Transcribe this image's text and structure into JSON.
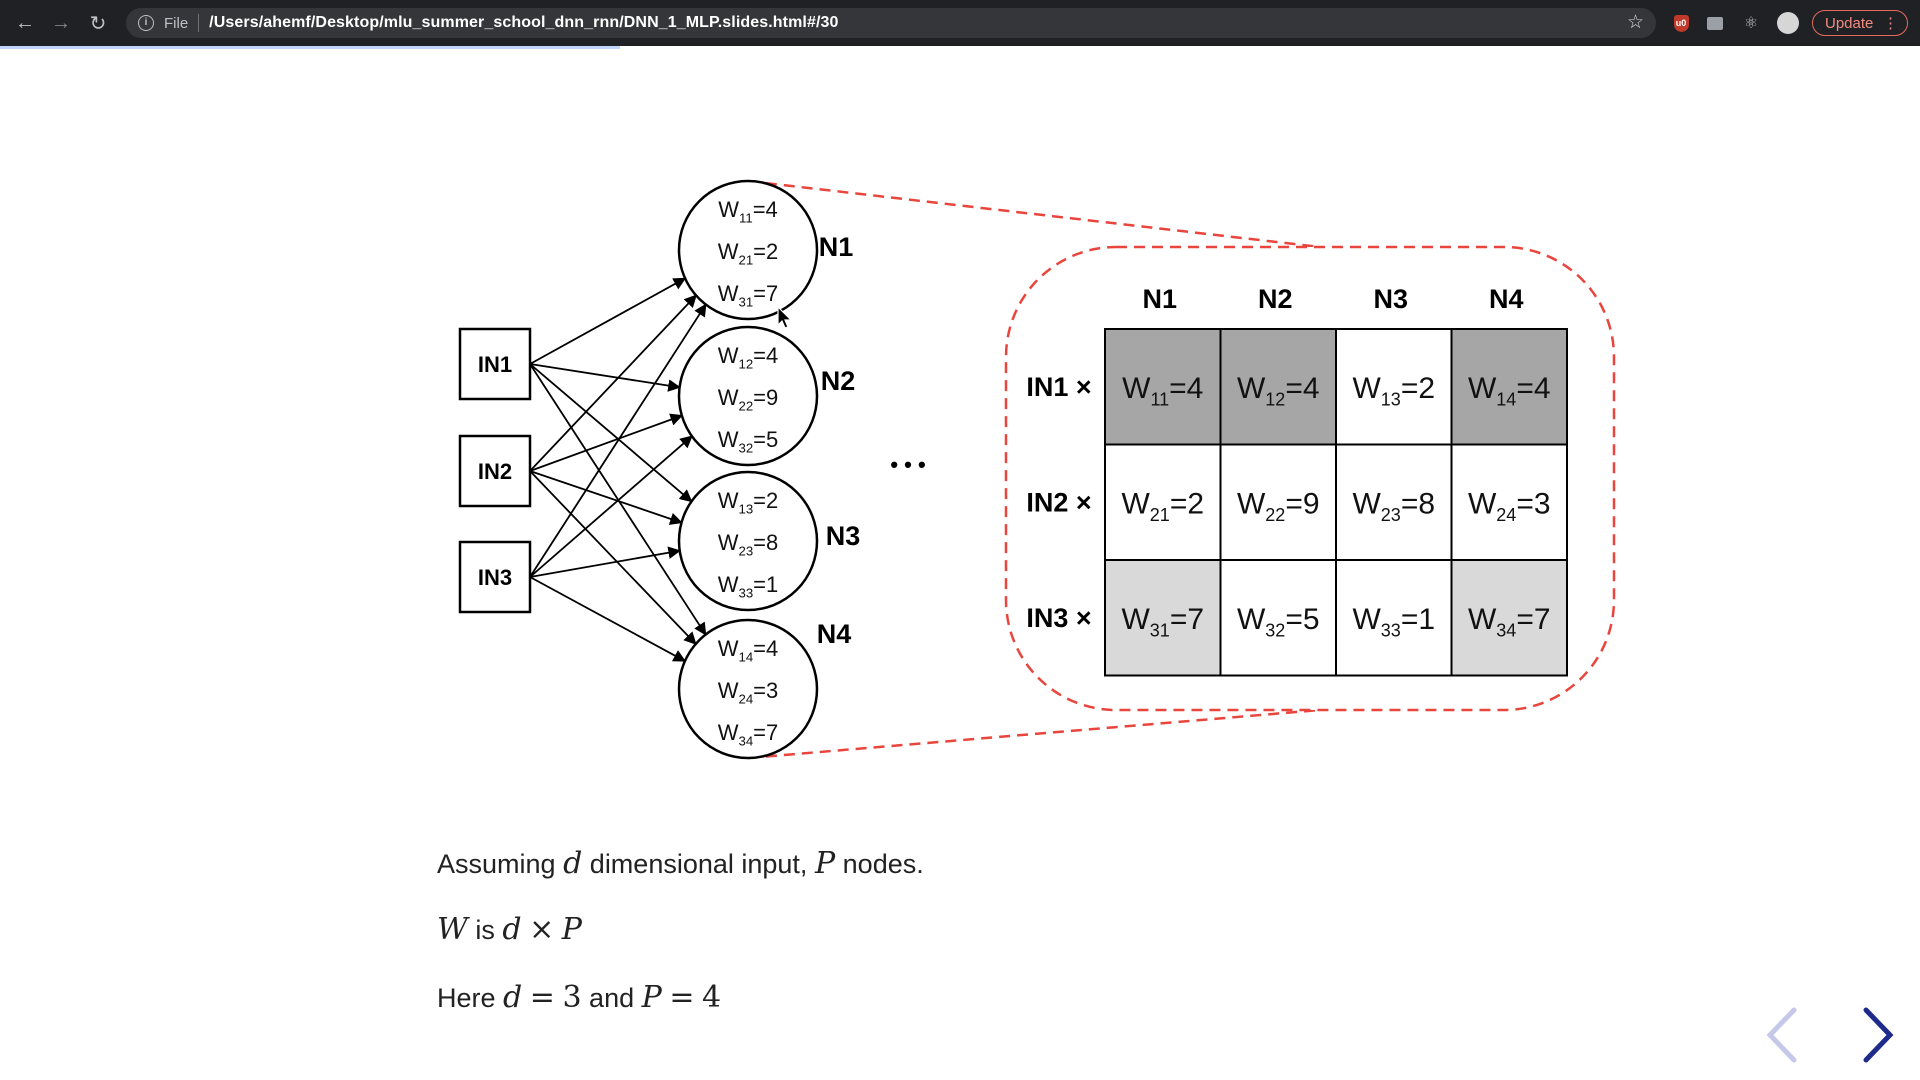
{
  "browser": {
    "url_scheme": "File",
    "url": "/Users/ahemf/Desktop/mlu_summer_school_dnn_rnn/DNN_1_MLP.slides.html#/30",
    "update_label": "Update",
    "extension_badge": "u0"
  },
  "diagram": {
    "inputs": [
      "IN1",
      "IN2",
      "IN3"
    ],
    "neurons": [
      {
        "label": "N1",
        "weights": [
          {
            "sub": "11",
            "val": "4"
          },
          {
            "sub": "21",
            "val": "2"
          },
          {
            "sub": "31",
            "val": "7"
          }
        ]
      },
      {
        "label": "N2",
        "weights": [
          {
            "sub": "12",
            "val": "4"
          },
          {
            "sub": "22",
            "val": "9"
          },
          {
            "sub": "32",
            "val": "5"
          }
        ]
      },
      {
        "label": "N3",
        "weights": [
          {
            "sub": "13",
            "val": "2"
          },
          {
            "sub": "23",
            "val": "8"
          },
          {
            "sub": "33",
            "val": "1"
          }
        ]
      },
      {
        "label": "N4",
        "weights": [
          {
            "sub": "14",
            "val": "4"
          },
          {
            "sub": "24",
            "val": "3"
          },
          {
            "sub": "34",
            "val": "7"
          }
        ]
      }
    ],
    "ellipsis": "• • •",
    "matrix": {
      "col_headers": [
        "N1",
        "N2",
        "N3",
        "N4"
      ],
      "row_headers": [
        "IN1 ×",
        "IN2 ×",
        "IN3 ×"
      ],
      "cells": [
        [
          {
            "sub": "11",
            "val": "4",
            "shade": "dark"
          },
          {
            "sub": "12",
            "val": "4",
            "shade": "dark"
          },
          {
            "sub": "13",
            "val": "2",
            "shade": "none"
          },
          {
            "sub": "14",
            "val": "4",
            "shade": "dark"
          }
        ],
        [
          {
            "sub": "21",
            "val": "2",
            "shade": "none"
          },
          {
            "sub": "22",
            "val": "9",
            "shade": "none"
          },
          {
            "sub": "23",
            "val": "8",
            "shade": "none"
          },
          {
            "sub": "24",
            "val": "3",
            "shade": "none"
          }
        ],
        [
          {
            "sub": "31",
            "val": "7",
            "shade": "light"
          },
          {
            "sub": "32",
            "val": "5",
            "shade": "none"
          },
          {
            "sub": "33",
            "val": "1",
            "shade": "none"
          },
          {
            "sub": "34",
            "val": "7",
            "shade": "light"
          }
        ]
      ]
    },
    "colors": {
      "shade_dark": "#a6a6a6",
      "shade_light": "#d9d9d9",
      "dashed": "#e8453c"
    }
  },
  "text": {
    "line1": {
      "pre": "Assuming",
      "d": "d",
      "mid": "dimensional input,",
      "P": "P",
      "post": "nodes."
    },
    "line2": {
      "W": "W",
      "is": "is",
      "d": "d",
      "times": "×",
      "P": "P"
    },
    "line3": {
      "pre": "Here",
      "d": "d",
      "eq1": "=",
      "three": "3",
      "and": "and",
      "P": "P",
      "eq2": "=",
      "four": "4"
    }
  },
  "icons": {
    "back": "arrow-left-icon",
    "forward": "arrow-right-icon",
    "reload": "reload-icon",
    "info": "info-icon",
    "star": "star-icon",
    "prev": "chevron-left-icon",
    "next": "chevron-right-icon"
  }
}
